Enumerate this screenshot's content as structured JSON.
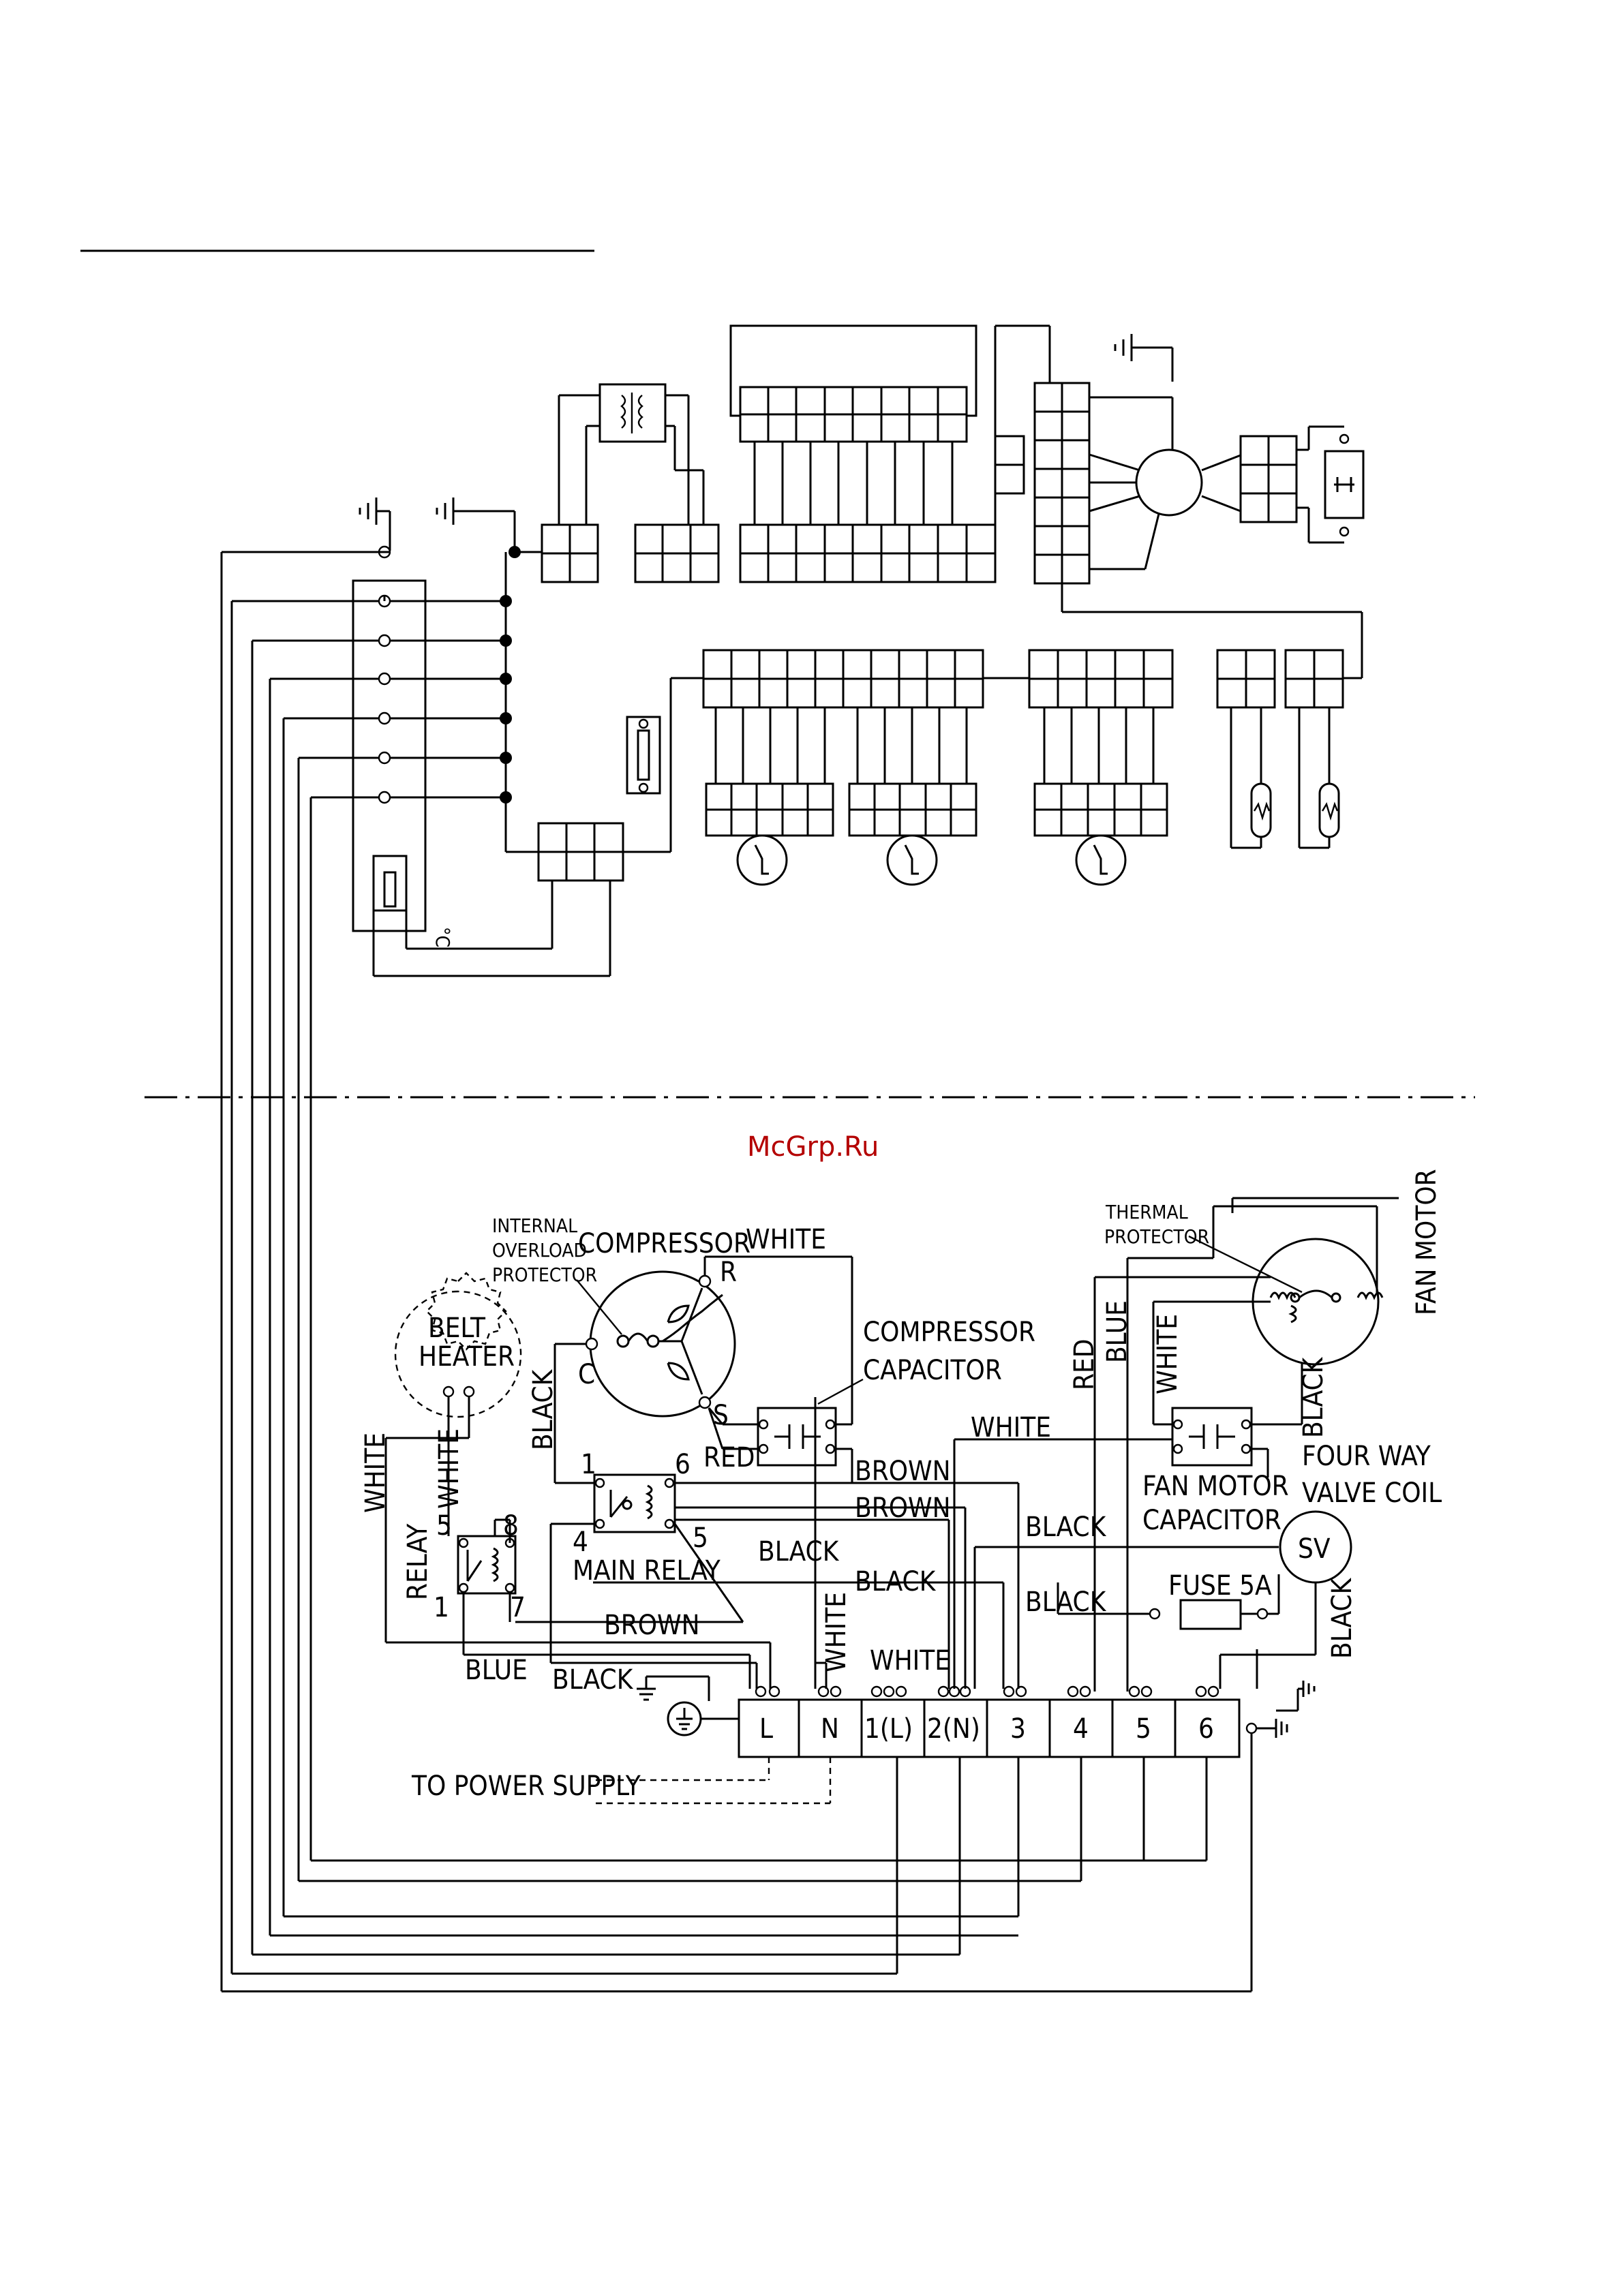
{
  "watermark": "McGrp.Ru",
  "labels": {
    "internal_overload_protector": [
      "INTERNAL",
      "OVERLOAD",
      "PROTECTOR"
    ],
    "compressor": "COMPRESSOR",
    "compressor_terminal_r": "R",
    "compressor_terminal_c": "C",
    "compressor_terminal_s": "S",
    "belt_heater": [
      "BELT",
      "HEATER"
    ],
    "compressor_capacitor": [
      "COMPRESSOR",
      "CAPACITOR"
    ],
    "thermal_protector": [
      "THERMAL",
      "PROTECTOR"
    ],
    "fan_motor": "FAN MOTOR",
    "fan_motor_capacitor": [
      "FAN MOTOR",
      "CAPACITOR"
    ],
    "four_way_valve_coil": [
      "FOUR WAY",
      "VALVE COIL"
    ],
    "sv": "SV",
    "fuse": "FUSE 5A",
    "main_relay": "MAIN RELAY",
    "relay": "RELAY",
    "to_power_supply": "TO POWER SUPPLY",
    "celsius": "°C",
    "relay_pin_1": "1",
    "relay_pin_4": "4",
    "relay_pin_5": "5",
    "relay_pin_6": "6",
    "relay_pin_7": "7",
    "relay_pin_8": "8"
  },
  "wire_colors": {
    "white": "WHITE",
    "black": "BLACK",
    "red": "RED",
    "blue": "BLUE",
    "brown": "BROWN"
  },
  "terminal_block": [
    "L",
    "N",
    "1(L)",
    "2(N)",
    "3",
    "4",
    "5",
    "6"
  ],
  "colors": {
    "line": "#000000",
    "watermark": "#b40000"
  }
}
